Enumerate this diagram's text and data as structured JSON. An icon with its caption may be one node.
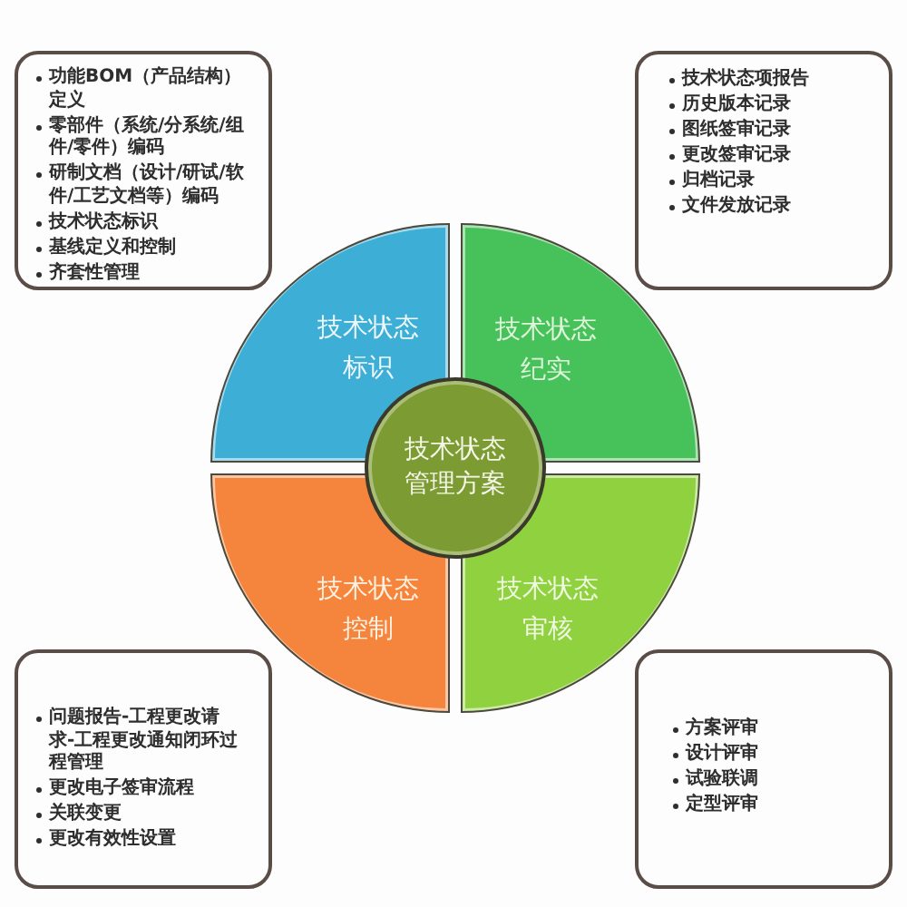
{
  "diagram": {
    "nodes": [
      {
        "text": [
          "功能BOM（产品结构）定义",
          "零部件（系统/分系统/组件/零件）编码",
          "研制文档（设计/研试/软件/工艺文档等）编码",
          "技术状态标识",
          "基线定义和控制",
          "齐套性管理"
        ]
      },
      {
        "text": [
          "技术状态项报告",
          "历史版本记录",
          "图纸签审记录",
          "更改签审记录",
          "归档记录",
          "文件发放记录"
        ]
      },
      {
        "text": [
          "技术状态标识"
        ]
      },
      {
        "text": [
          "技术状态纪实"
        ]
      },
      {
        "text": [
          "技术状态管理方案"
        ]
      },
      {
        "text": [
          "技术状态控制"
        ]
      },
      {
        "text": [
          "技术状态审核"
        ]
      },
      {
        "text": [
          "问题报告-工程更改请求-工程更改通知闭环过程管理",
          "更改电子签审流程",
          "关联变更",
          "更改有效性设置"
        ]
      },
      {
        "text": [
          "方案评审",
          "设计评审",
          "试验联调",
          "定型评审"
        ]
      }
    ]
  }
}
